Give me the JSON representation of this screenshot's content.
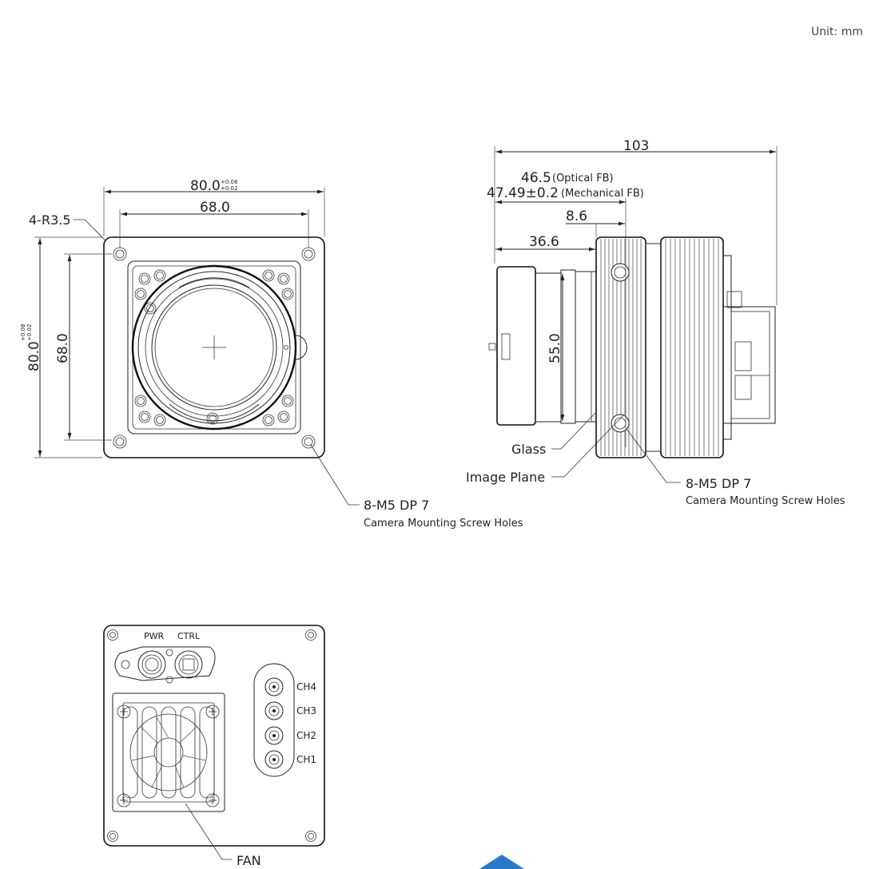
{
  "unit": {
    "label": "Unit:",
    "value": "mm"
  },
  "front_view": {
    "width_value": "80.0",
    "width_tol_upper": "+0.08",
    "width_tol_lower": "+0.02",
    "inner_width": "68.0",
    "corner_radius": "4-R3.5",
    "height_value": "80.0",
    "height_tol_upper": "+0.08",
    "height_tol_lower": "+0.02",
    "inner_height": "68.0",
    "screw_title": "8-M5 DP 7",
    "screw_desc": "Camera Mounting Screw Holes"
  },
  "side_view": {
    "total_length": "103",
    "optical_fb_value": "46.5",
    "optical_fb_label": "(Optical FB)",
    "mech_fb_value": "47.49±0.2",
    "mech_fb_label": "(Mechanical FB)",
    "dim_8_6": "8.6",
    "dim_36_6": "36.6",
    "dim_55_0": "55.0",
    "glass_label": "Glass",
    "image_plane_label": "Image Plane",
    "screw_title": "8-M5 DP 7",
    "screw_desc": "Camera Mounting Screw Holes"
  },
  "rear_view": {
    "pwr_label": "PWR",
    "ctrl_label": "CTRL",
    "channels": [
      "CH4",
      "CH3",
      "CH2",
      "CH1"
    ],
    "fan_label": "FAN"
  }
}
